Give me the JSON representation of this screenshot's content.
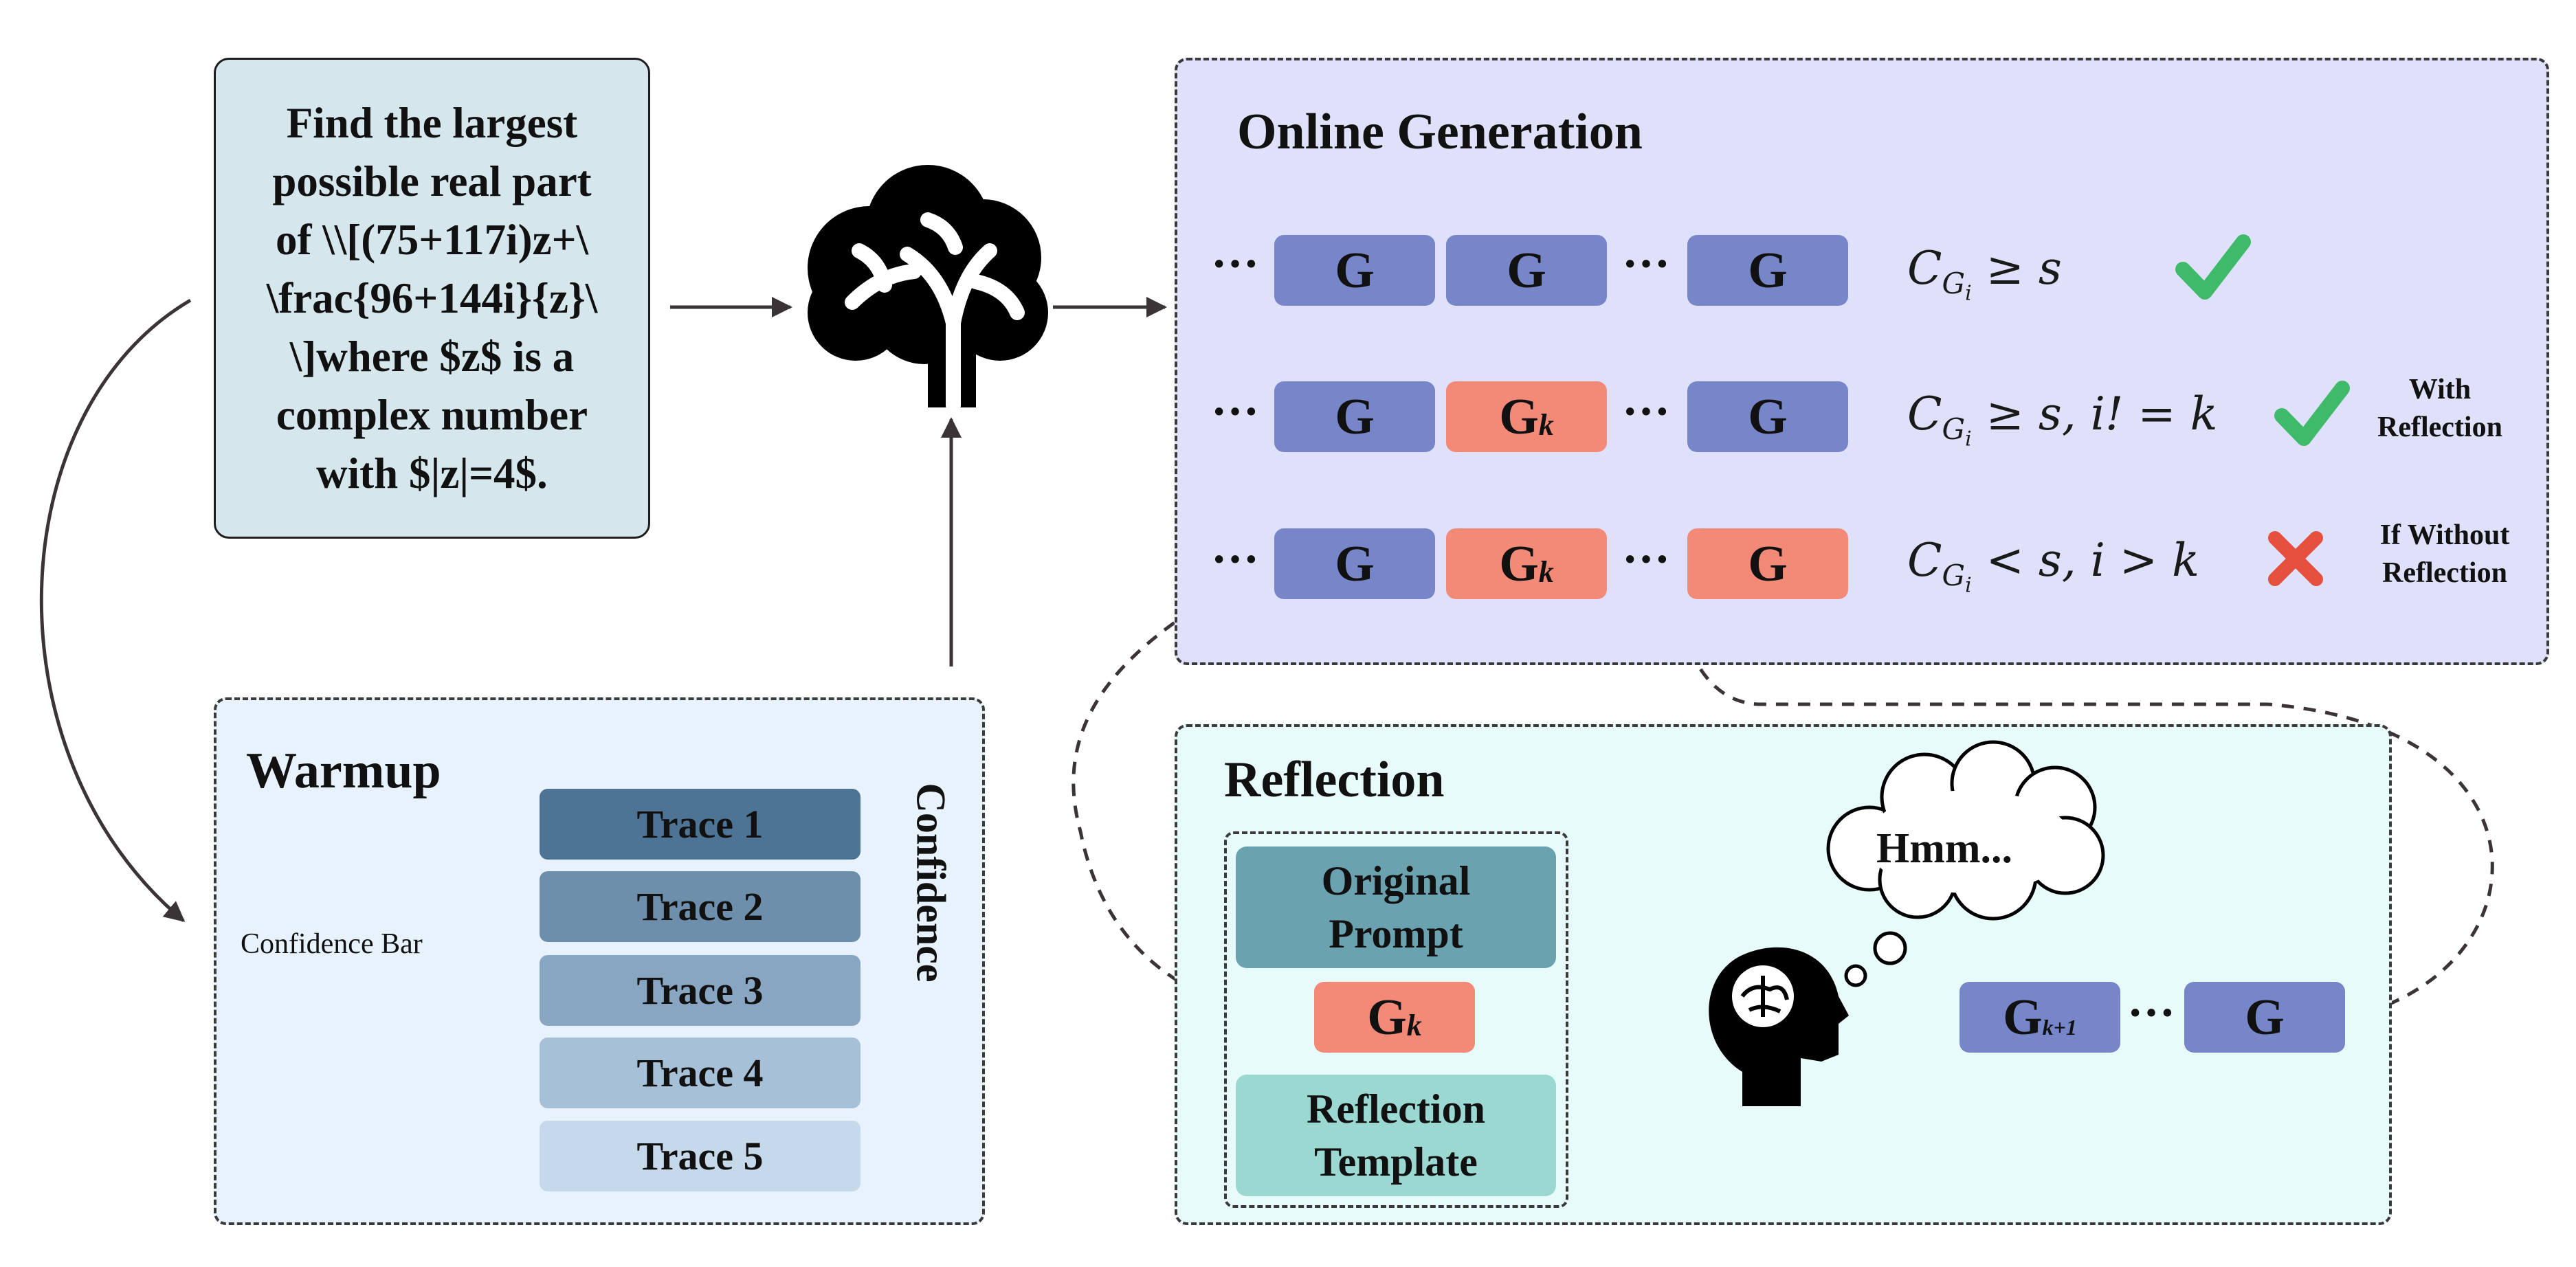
{
  "question": {
    "text": "Find the largest\npossible real part\nof \\\\[(75+117i)z+\\\n\\frac{96+144i}{z}\\\n\\]where $z$ is a\ncomplex number\nwith $|z|=4$."
  },
  "online_generation": {
    "title": "Online Generation",
    "dots": "···",
    "g_label": "G",
    "k_subscript": "k",
    "formula_c": "C",
    "formula_g": "G",
    "formula_i": "i",
    "row1_condition": " ≥ s",
    "row2_condition": " ≥ s, i! = k",
    "row3_condition": " < s, i > k",
    "with_reflection": "With\nReflection",
    "without_reflection": "If Without\nReflection"
  },
  "warmup": {
    "title": "Warmup",
    "traces": [
      "Trace 1",
      "Trace 2",
      "Trace 3",
      "Trace 4",
      "Trace 5"
    ],
    "confidence_bar_label": "Confidence Bar",
    "confidence_axis_label": "Confidence"
  },
  "reflection": {
    "title": "Reflection",
    "original_prompt": "Original\nPrompt",
    "reflection_template": "Reflection\nTemplate",
    "thought": "Hmm...",
    "g_label": "G",
    "k_subscript": "k",
    "k_plus_one_subscript": "k+1",
    "dots": "···"
  },
  "colors": {
    "g_block": "#7686c8",
    "g_k_block": "#f28a77",
    "online_bg": "#dfe1fb",
    "reflection_bg": "#e7fcfa",
    "warmup_bg": "#e7f2fc",
    "question_bg": "#d5e6ec",
    "check": "#3fba6a",
    "cross": "#e5503f"
  },
  "icons": [
    "brain-icon",
    "head-brain-icon",
    "thought-cloud-icon",
    "check-icon",
    "cross-icon"
  ]
}
